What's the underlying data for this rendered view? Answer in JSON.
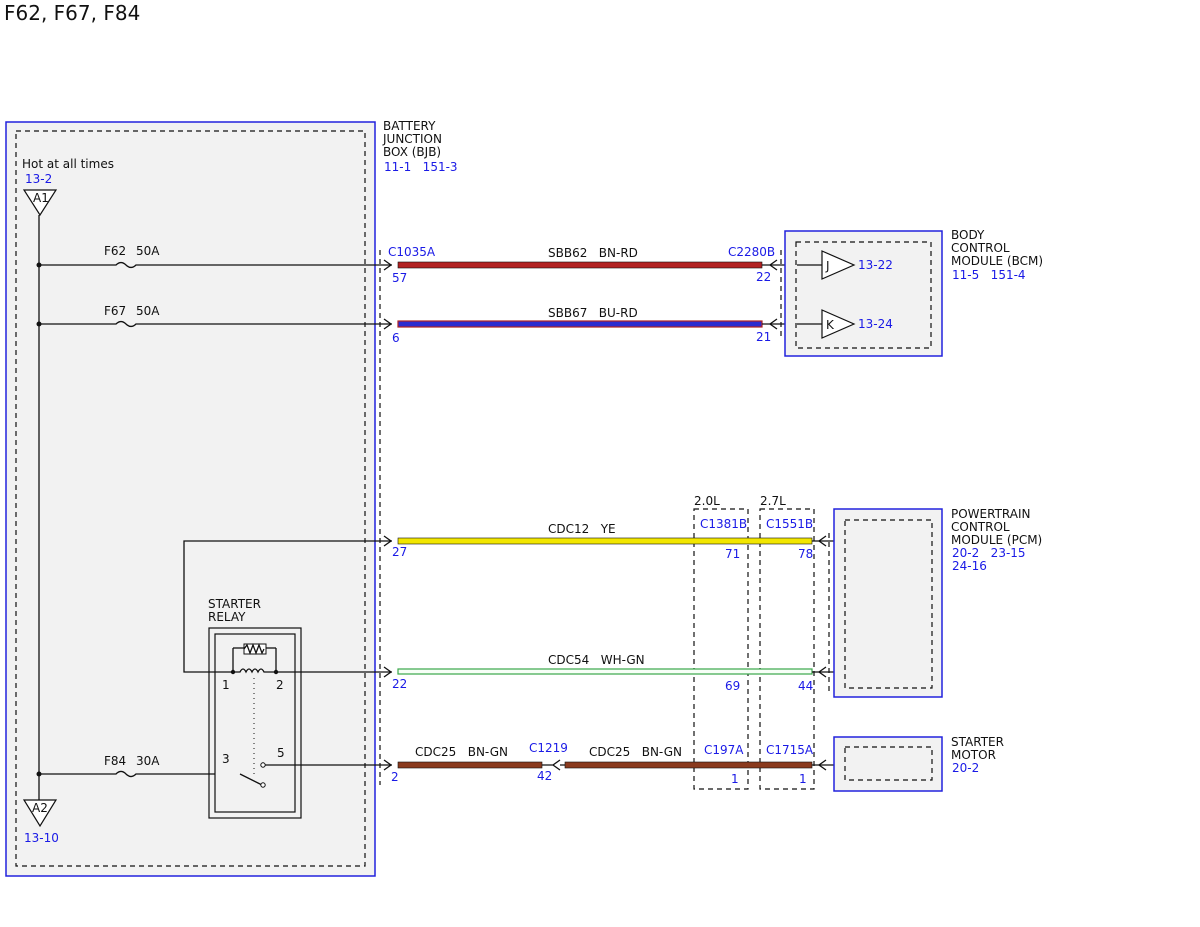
{
  "title": "F62, F67, F84",
  "colors": {
    "module_border": "#2222dd",
    "module_fill": "#f2f2f2",
    "label_blue": "#1a1ae6"
  },
  "bjb": {
    "name_lines": [
      "BATTERY",
      "JUNCTION",
      "BOX (BJB)"
    ],
    "refs": "11-1   151-3"
  },
  "hot": {
    "label": "Hot at all times",
    "ref": "13-2",
    "a1": "A1",
    "a2": "A2",
    "a2_ref": "13-10"
  },
  "fuses": [
    {
      "name": "F62",
      "rating": "50A"
    },
    {
      "name": "F67",
      "rating": "50A"
    },
    {
      "name": "F84",
      "rating": "30A"
    }
  ],
  "relay": {
    "name_lines": [
      "STARTER",
      "RELAY"
    ],
    "pins": [
      "1",
      "2",
      "3",
      "5"
    ]
  },
  "bcm": {
    "name_lines": [
      "BODY",
      "CONTROL",
      "MODULE (BCM)"
    ],
    "refs": "11-5   151-4",
    "pin_j": "J",
    "pin_k": "K",
    "ref_j": "13-22",
    "ref_k": "13-24"
  },
  "pcm": {
    "name_lines": [
      "POWERTRAIN",
      "CONTROL",
      "MODULE (PCM)"
    ],
    "refs_lines": [
      "20-2   23-15",
      "24-16"
    ]
  },
  "starter": {
    "name_lines": [
      "STARTER",
      "MOTOR"
    ],
    "ref": "20-2"
  },
  "engines": {
    "e20": "2.0L",
    "e27": "2.7L"
  },
  "connectors": {
    "c1035a": "C1035A",
    "c2280b": "C2280B",
    "c1381b": "C1381B",
    "c1551b": "C1551B",
    "c1219": "C1219",
    "c197a": "C197A",
    "c1715a": "C1715A"
  },
  "circuits": {
    "sbb62": "SBB62   BN-RD",
    "sbb67": "SBB67   BU-RD",
    "cdc12": "CDC12   YE",
    "cdc54": "CDC54   WH-GN",
    "cdc25a": "CDC25   BN-GN",
    "cdc25b": "CDC25   BN-GN"
  },
  "pins": {
    "bjb_sbb62": "57",
    "bcm_sbb62": "22",
    "bjb_sbb67": "6",
    "bcm_sbb67": "21",
    "bjb_cdc12": "27",
    "c1381b_cdc12": "71",
    "c1551b_cdc12": "78",
    "bjb_cdc54": "22",
    "c1381b_cdc54": "69",
    "c1551b_cdc54": "44",
    "bjb_cdc25": "2",
    "c1219_cdc25": "42",
    "c197a_cdc25": "1",
    "c1715a_cdc25": "1"
  },
  "wire_colors": {
    "bn_rd": "#b22222",
    "bu_rd": "#2b2bd0",
    "ye": "#f2e600",
    "wh_gn": "#3aa64a",
    "bn_gn": "#8a3a1e"
  }
}
